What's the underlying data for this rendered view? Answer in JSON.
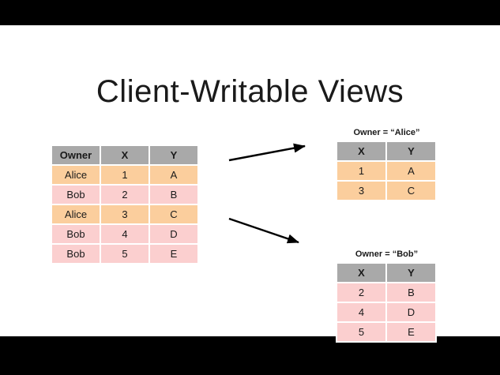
{
  "slide": {
    "title": "Client-Writable Views"
  },
  "colors": {
    "letterbox": "#000000",
    "slide_bg": "#FFFFFF",
    "title_text": "#1A1A1A",
    "table_text": "#1A1A1A",
    "header_bg": "#A9A9A9",
    "alice_row_bg": "#FBCE9D",
    "bob_row_bg": "#FBCFCF",
    "arrow": "#000000"
  },
  "main_table": {
    "headers": [
      "Owner",
      "X",
      "Y"
    ],
    "rows": [
      [
        "Alice",
        "1",
        "A"
      ],
      [
        "Bob",
        "2",
        "B"
      ],
      [
        "Alice",
        "3",
        "C"
      ],
      [
        "Bob",
        "4",
        "D"
      ],
      [
        "Bob",
        "5",
        "E"
      ]
    ]
  },
  "alice_view": {
    "label": "Owner = “Alice”",
    "headers": [
      "X",
      "Y"
    ],
    "rows": [
      [
        "1",
        "A"
      ],
      [
        "3",
        "C"
      ]
    ]
  },
  "bob_view": {
    "label": "Owner = “Bob”",
    "headers": [
      "X",
      "Y"
    ],
    "rows": [
      [
        "2",
        "B"
      ],
      [
        "4",
        "D"
      ],
      [
        "5",
        "E"
      ]
    ]
  }
}
